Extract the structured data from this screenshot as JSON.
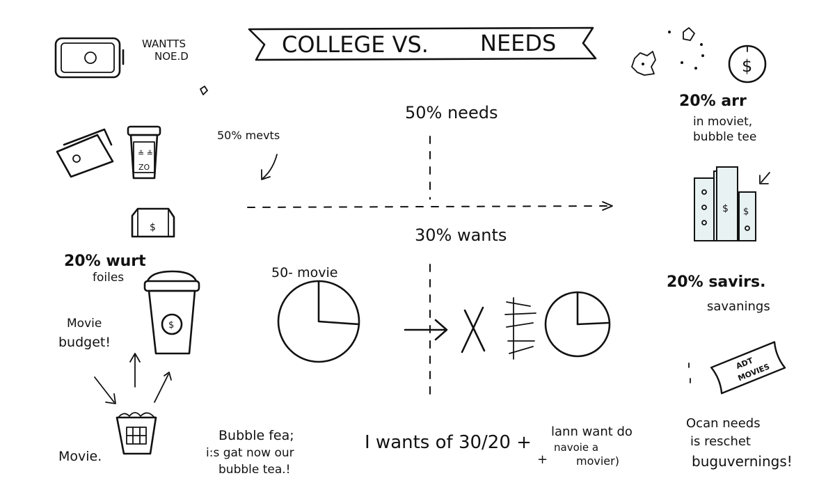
{
  "banner": {
    "title_left": "COLLEGE VS.",
    "title_right": "NEEDS"
  },
  "left_column": {
    "phone_note_line1": "WANTTS",
    "phone_note_line2": "NOE.D",
    "cup_label": "ZO",
    "money_sign": "$",
    "wants_label_line1": "20% wurt",
    "wants_label_line2": "foiles",
    "movie_budget_line1": "Movie",
    "movie_budget_line2": "budget!",
    "movie_label": "Movie."
  },
  "center": {
    "needs_label": "50% needs",
    "meets_label": "50% mevts",
    "wants_label": "30% wants",
    "movie_pie_label": "50- movie",
    "bubble_note_line1": "Bubble fea;",
    "bubble_note_line2": "i:s gat now our",
    "bubble_note_line3": "bubble tea.!",
    "formula": "I wants of 30/20 +",
    "formula_plus": "+",
    "side_note_line1": "lann want do",
    "side_note_line2": "navoie a",
    "side_note_line3": "movier)"
  },
  "right_column": {
    "clock_sign": "$",
    "top_note_line1": "20% arr",
    "top_note_line2": "in moviet,",
    "top_note_line3": "bubble tee",
    "savings_line1": "20% savirs.",
    "savings_line2": "savanings",
    "ticket_line1": "ADT",
    "ticket_line2": "MOVIES",
    "bottom_note_line1": "Ocan needs",
    "bottom_note_line2": "is reschet",
    "bottom_note_line3": "buguvernings!"
  },
  "icons": [
    "phone-icon",
    "wallet-icon",
    "coffee-cup-icon",
    "money-stack-icon",
    "bubble-tea-cup-icon",
    "popcorn-bucket-icon",
    "pie-chart-icon",
    "star-doodle-icon",
    "clock-dollar-icon",
    "books-icon",
    "ticket-icon"
  ]
}
